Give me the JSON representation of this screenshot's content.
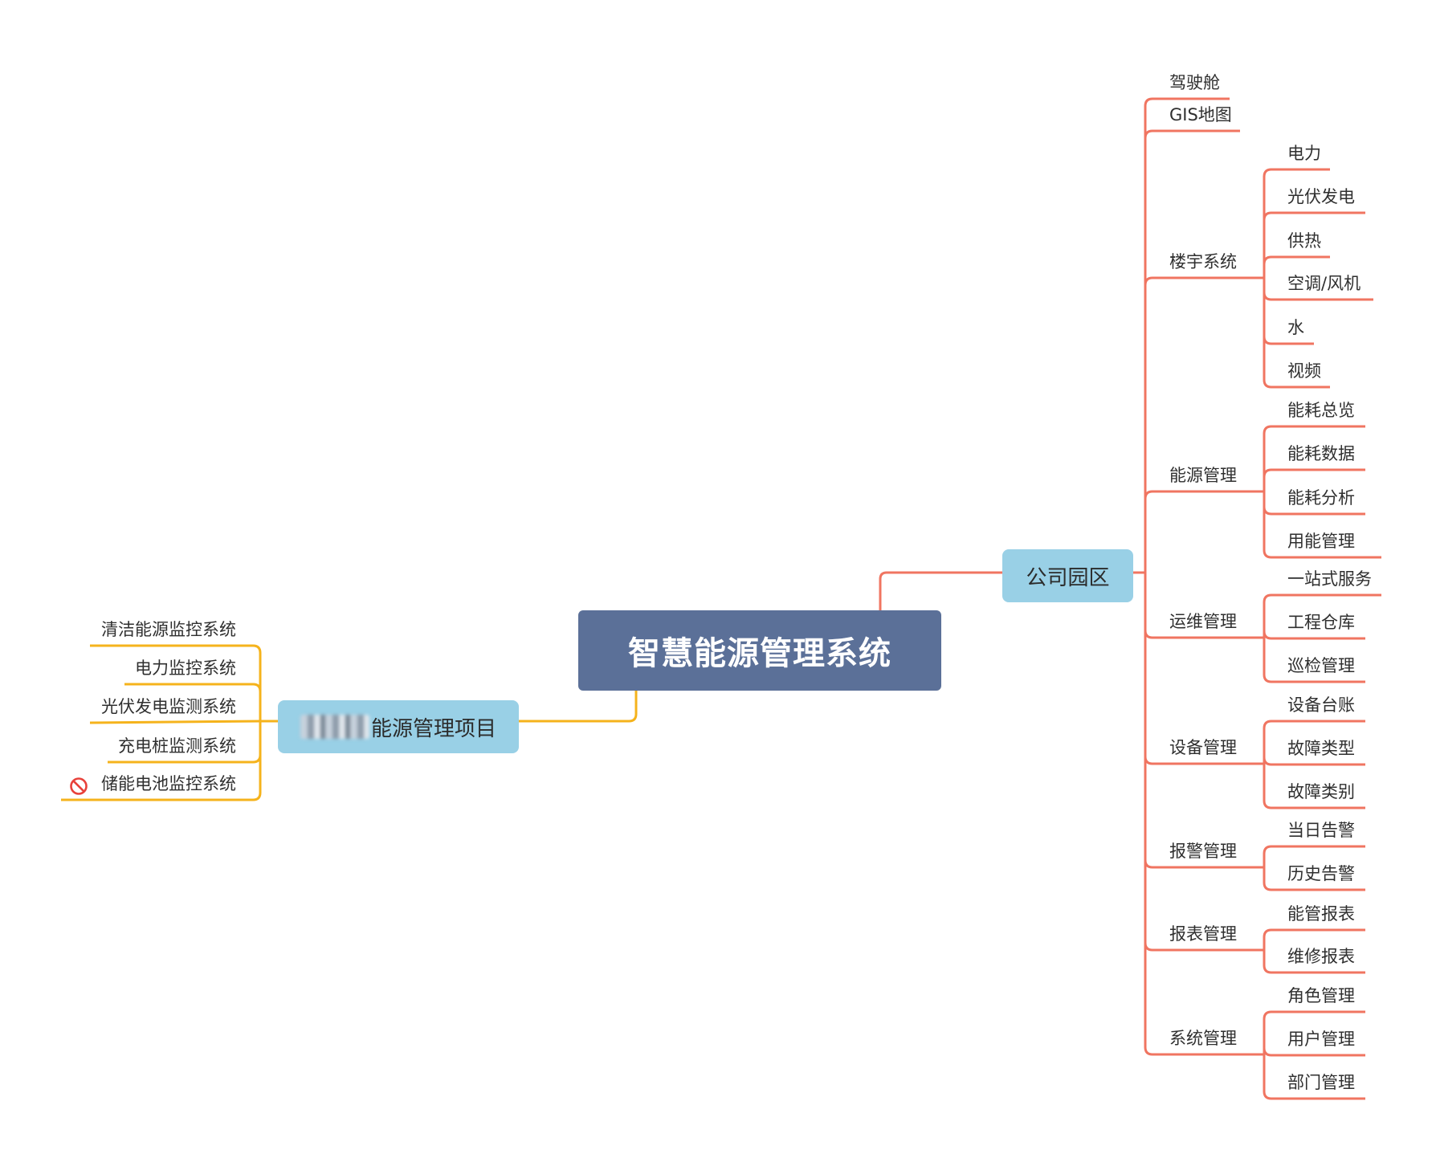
{
  "root": {
    "label": "智慧能源管理系统"
  },
  "colors": {
    "root_fill": "#5b7098",
    "topic_fill": "#99d0e6",
    "right_branch": "#f07561",
    "left_branch": "#f5b31c",
    "stop_icon": "#e8413a"
  },
  "right": {
    "label": "公司园区",
    "children": [
      {
        "label": "驾驶舱",
        "children": []
      },
      {
        "label": "GIS地图",
        "children": []
      },
      {
        "label": "楼宇系统",
        "children": [
          "电力",
          "光伏发电",
          "供热",
          "空调/风机",
          "水",
          "视频"
        ]
      },
      {
        "label": "能源管理",
        "children": [
          "能耗总览",
          "能耗数据",
          "能耗分析",
          "用能管理"
        ]
      },
      {
        "label": "运维管理",
        "children": [
          "一站式服务",
          "工程仓库",
          "巡检管理"
        ]
      },
      {
        "label": "设备管理",
        "children": [
          "设备台账",
          "故障类型",
          "故障类别"
        ]
      },
      {
        "label": "报警管理",
        "children": [
          "当日告警",
          "历史告警"
        ]
      },
      {
        "label": "报表管理",
        "children": [
          "能管报表",
          "维修报表"
        ]
      },
      {
        "label": "系统管理",
        "children": [
          "角色管理",
          "用户管理",
          "部门管理"
        ]
      }
    ]
  },
  "left": {
    "label": "能源管理项目",
    "children": [
      {
        "label": "清洁能源监控系统"
      },
      {
        "label": "电力监控系统"
      },
      {
        "label": "光伏发电监测系统"
      },
      {
        "label": "充电桩监测系统"
      },
      {
        "label": "储能电池监控系统",
        "icon": "stop-icon"
      }
    ]
  }
}
